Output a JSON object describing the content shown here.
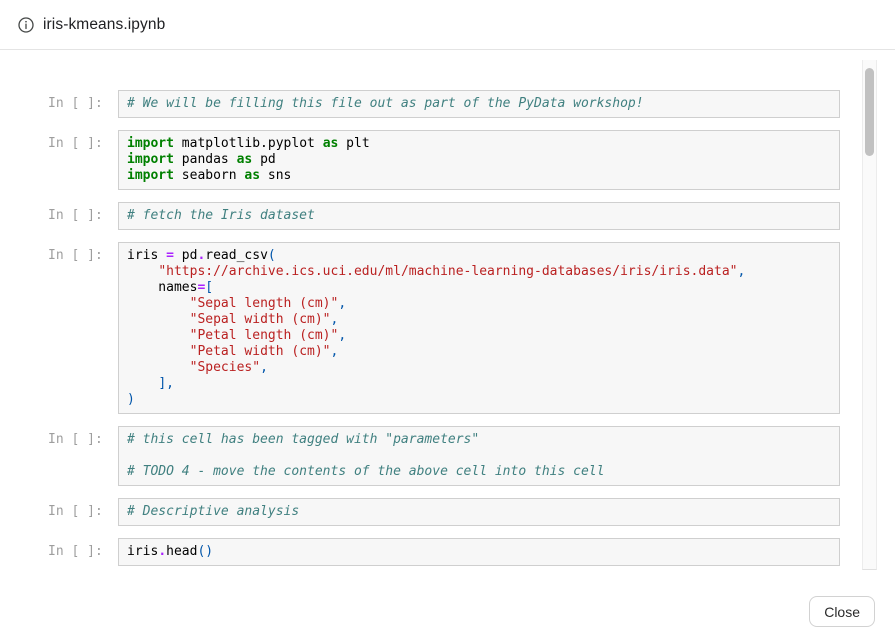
{
  "header": {
    "title": "iris-kmeans.ipynb",
    "icon": "info-icon"
  },
  "footer": {
    "close_label": "Close"
  },
  "notebook": {
    "prompt_label": "In [ ]:",
    "colors": {
      "keyword": "#008000",
      "comment": "#408080",
      "string": "#BA2121",
      "operator": "#AA22FF",
      "punctuation": "#0055AA",
      "text": "#000000",
      "cell_background": "#f7f7f7",
      "cell_border": "#cfcfcf",
      "prompt": "#9e9e9e"
    },
    "cells": [
      {
        "lines": [
          [
            [
              "c",
              "# We will be filling this file out as part of the PyData workshop!"
            ]
          ]
        ]
      },
      {
        "lines": [
          [
            [
              "kw",
              "import"
            ],
            [
              "t",
              " matplotlib.pyplot "
            ],
            [
              "kw",
              "as"
            ],
            [
              "t",
              " plt"
            ]
          ],
          [
            [
              "kw",
              "import"
            ],
            [
              "t",
              " pandas "
            ],
            [
              "kw",
              "as"
            ],
            [
              "t",
              " pd"
            ]
          ],
          [
            [
              "kw",
              "import"
            ],
            [
              "t",
              " seaborn "
            ],
            [
              "kw",
              "as"
            ],
            [
              "t",
              " sns"
            ]
          ]
        ]
      },
      {
        "lines": [
          [
            [
              "c",
              "# fetch the Iris dataset"
            ]
          ]
        ]
      },
      {
        "lines": [
          [
            [
              "t",
              "iris "
            ],
            [
              "o",
              "="
            ],
            [
              "t",
              " pd"
            ],
            [
              "o",
              "."
            ],
            [
              "t",
              "read_csv"
            ],
            [
              "p",
              "("
            ]
          ],
          [
            [
              "t",
              "    "
            ],
            [
              "s",
              "\"https://archive.ics.uci.edu/ml/machine-learning-databases/iris/iris.data\""
            ],
            [
              "p",
              ","
            ]
          ],
          [
            [
              "t",
              "    names"
            ],
            [
              "o",
              "="
            ],
            [
              "p",
              "["
            ]
          ],
          [
            [
              "t",
              "        "
            ],
            [
              "s",
              "\"Sepal length (cm)\""
            ],
            [
              "p",
              ","
            ]
          ],
          [
            [
              "t",
              "        "
            ],
            [
              "s",
              "\"Sepal width (cm)\""
            ],
            [
              "p",
              ","
            ]
          ],
          [
            [
              "t",
              "        "
            ],
            [
              "s",
              "\"Petal length (cm)\""
            ],
            [
              "p",
              ","
            ]
          ],
          [
            [
              "t",
              "        "
            ],
            [
              "s",
              "\"Petal width (cm)\""
            ],
            [
              "p",
              ","
            ]
          ],
          [
            [
              "t",
              "        "
            ],
            [
              "s",
              "\"Species\""
            ],
            [
              "p",
              ","
            ]
          ],
          [
            [
              "t",
              "    "
            ],
            [
              "p",
              "],"
            ]
          ],
          [
            [
              "p",
              ")"
            ]
          ]
        ]
      },
      {
        "lines": [
          [
            [
              "c",
              "# this cell has been tagged with \"parameters\""
            ]
          ],
          [],
          [
            [
              "c",
              "# TODO 4 - move the contents of the above cell into this cell"
            ]
          ]
        ]
      },
      {
        "lines": [
          [
            [
              "c",
              "# Descriptive analysis"
            ]
          ]
        ]
      },
      {
        "lines": [
          [
            [
              "t",
              "iris"
            ],
            [
              "o",
              "."
            ],
            [
              "t",
              "head"
            ],
            [
              "p",
              "()"
            ]
          ]
        ]
      }
    ]
  }
}
